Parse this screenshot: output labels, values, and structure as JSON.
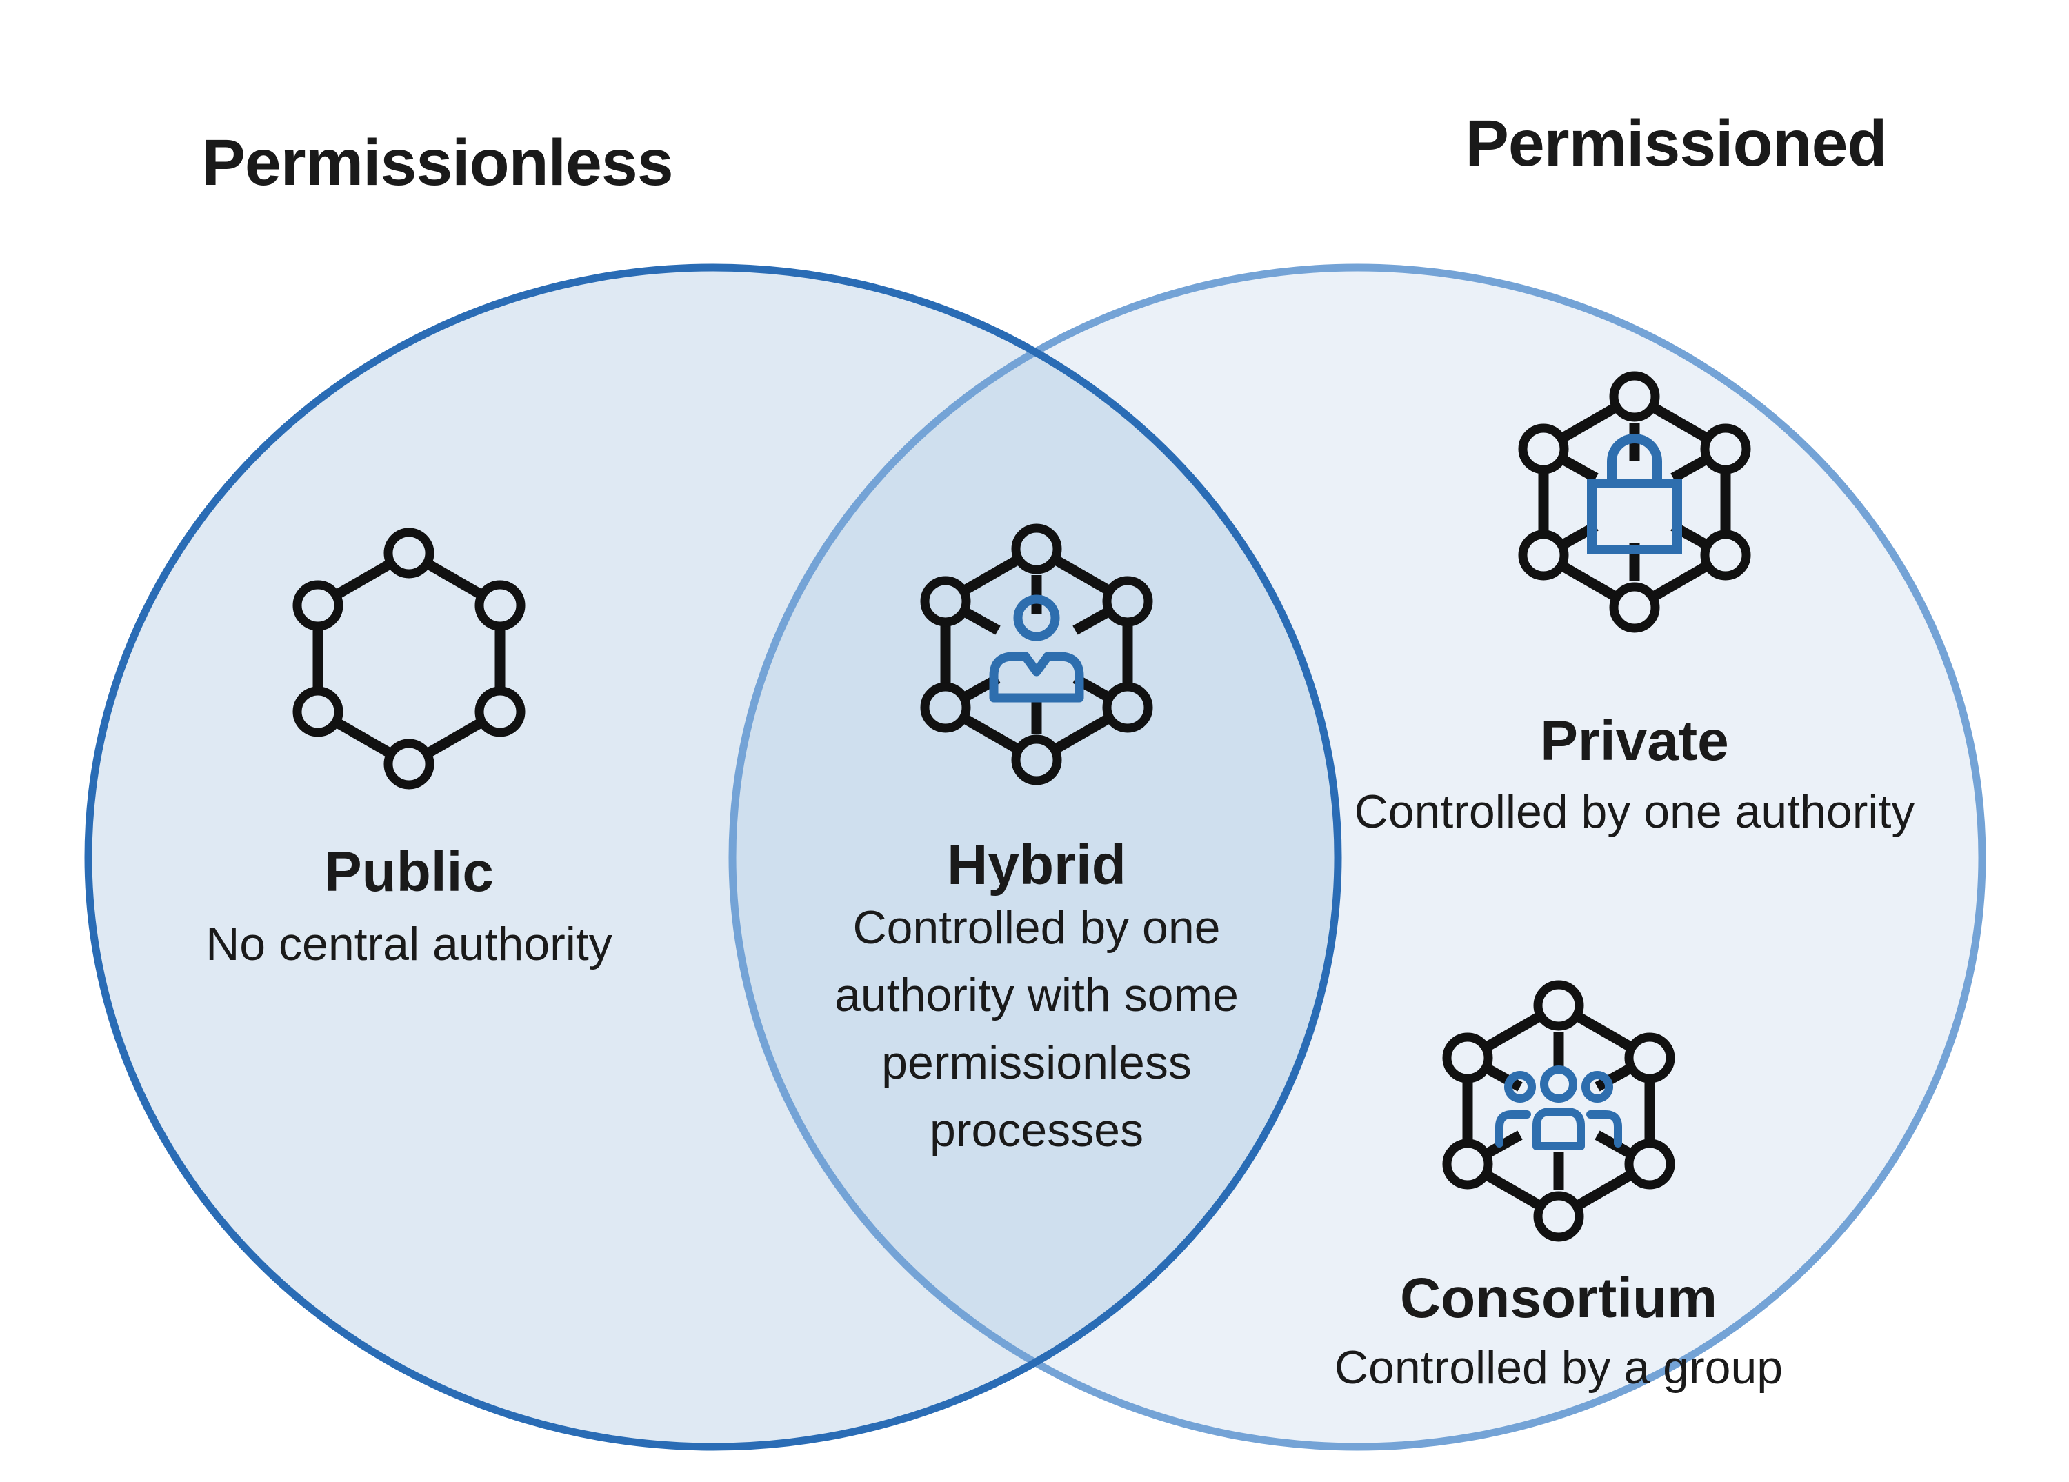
{
  "diagram": {
    "left_title": "Permissionless",
    "right_title": "Permissioned",
    "public": {
      "label": "Public",
      "description": "No central authority",
      "icon": "network-hexagon-icon"
    },
    "hybrid": {
      "label": "Hybrid",
      "description_lines": [
        "Controlled by one",
        "authority with some",
        "permissionless",
        "processes"
      ],
      "icon": "network-person-icon"
    },
    "private": {
      "label": "Private",
      "description": "Controlled by one authority",
      "icon": "network-lock-icon"
    },
    "consortium": {
      "label": "Consortium",
      "description": "Controlled by a group",
      "icon": "network-group-icon"
    }
  },
  "colors": {
    "left_circle_stroke": "#2a6cb5",
    "left_circle_fill": "#dfe9f3",
    "right_circle_stroke": "#74a3d6",
    "right_circle_fill": "#ebf1f8",
    "intersection_fill": "#cfdfee",
    "icon_stroke": "#111111",
    "accent_blue": "#2e6eae",
    "text": "#1a1a1a",
    "background": "#ffffff"
  }
}
